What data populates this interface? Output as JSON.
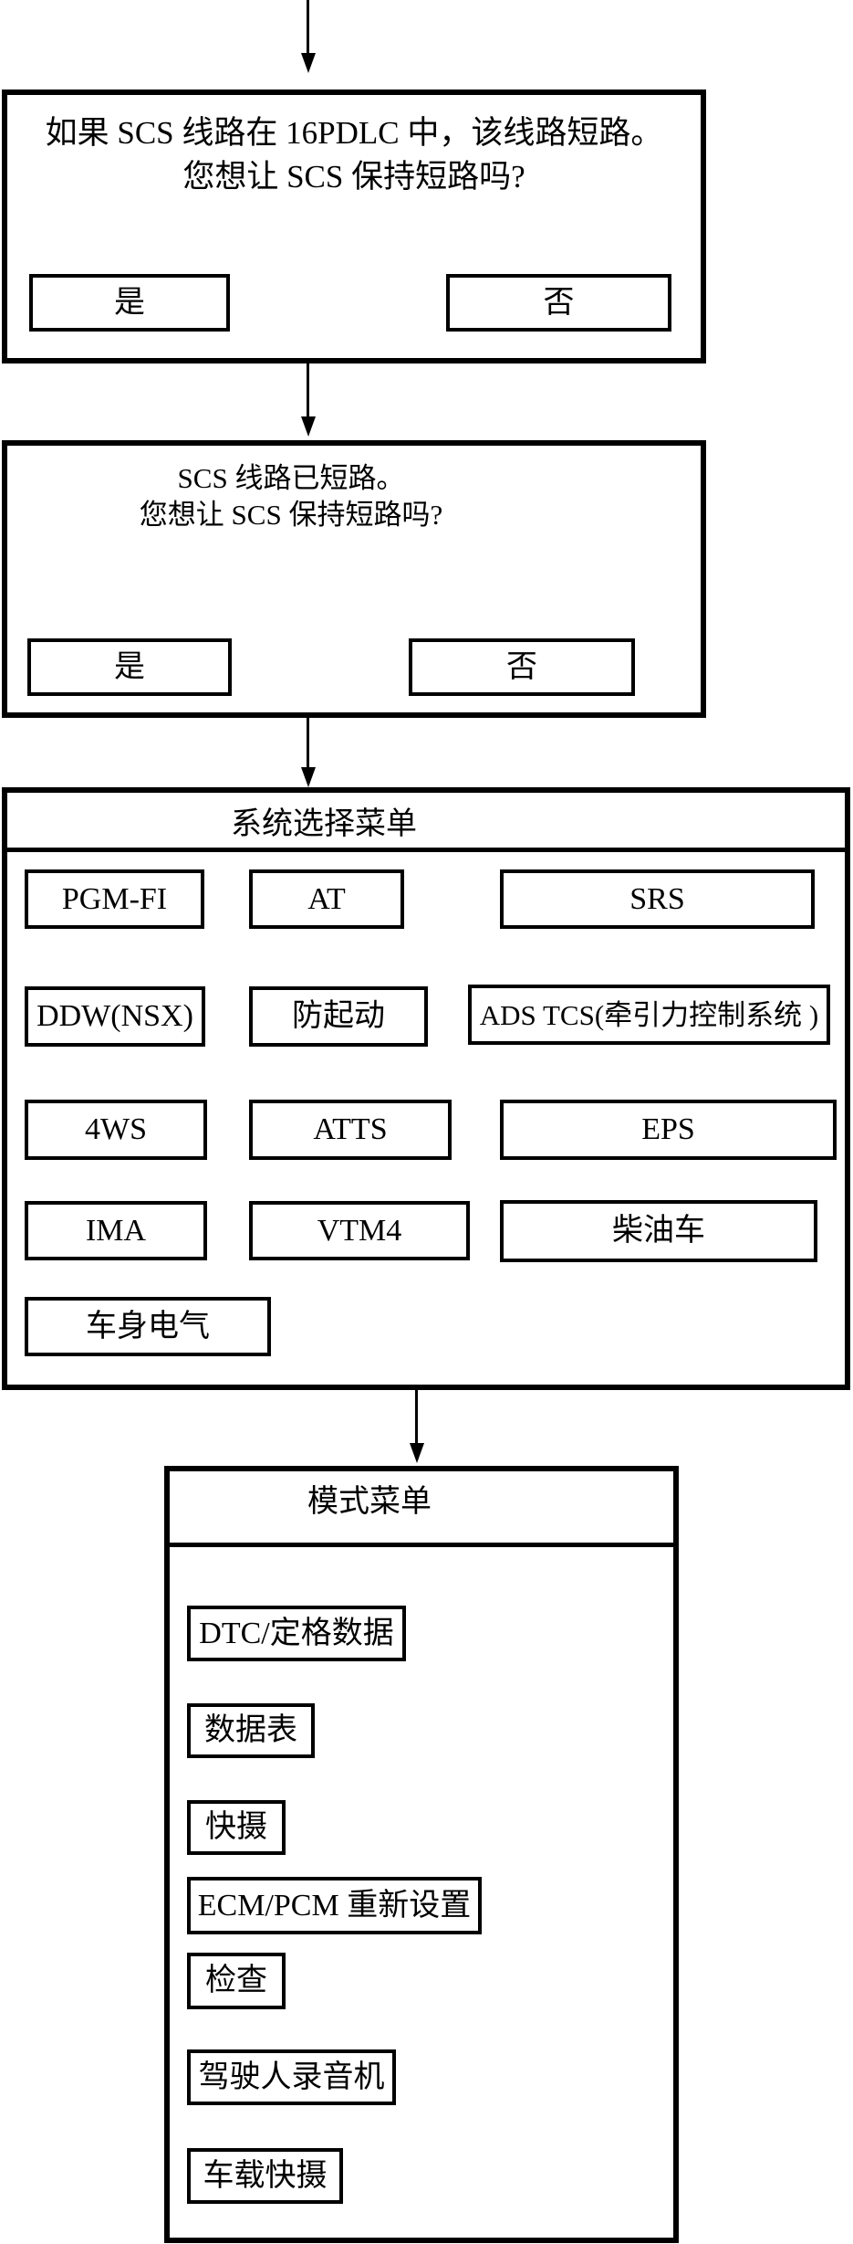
{
  "diagram": {
    "dialog1": {
      "line1": "如果 SCS 线路在 16PDLC 中，该线路短路。",
      "line2": "您想让 SCS 保持短路吗?",
      "yes_label": "是",
      "no_label": "否"
    },
    "dialog2": {
      "line1": "SCS 线路已短路。",
      "line2": "您想让 SCS 保持短路吗?",
      "yes_label": "是",
      "no_label": "否"
    },
    "system_menu": {
      "title": "系统选择菜单",
      "items": [
        "PGM-FI",
        "AT",
        "SRS",
        "DDW(NSX)",
        "防起动",
        "ADS TCS(牵引力控制系统 )",
        "4WS",
        "ATTS",
        "EPS",
        "IMA",
        "VTM4",
        "柴油车",
        "车身电气"
      ]
    },
    "mode_menu": {
      "title": "模式菜单",
      "items": [
        "DTC/定格数据",
        "数据表",
        "快摄",
        "ECM/PCM 重新设置",
        "检查",
        "驾驶人录音机",
        "车载快摄"
      ]
    },
    "colors": {
      "line": "#000000",
      "background": "#ffffff"
    }
  }
}
